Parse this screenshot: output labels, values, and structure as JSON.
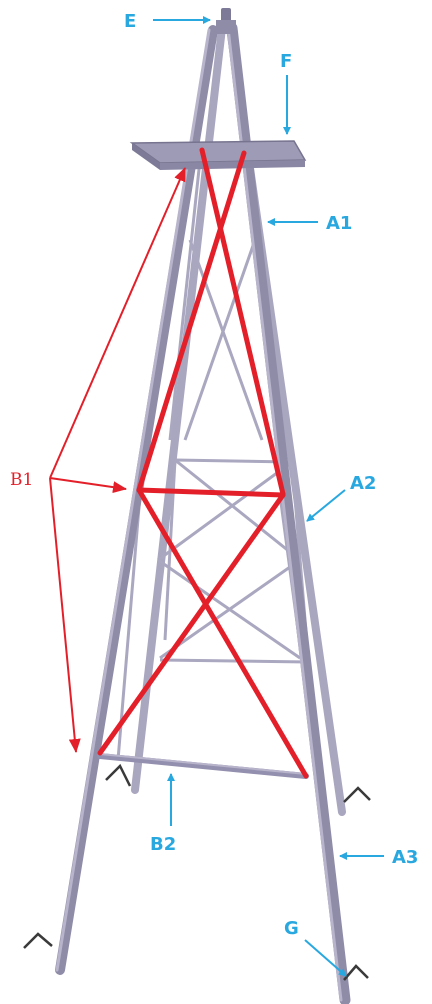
{
  "labels": {
    "E": "E",
    "F": "F",
    "A1": "A1",
    "A2": "A2",
    "A3": "A3",
    "B1": "B1",
    "B2": "B2",
    "G": "G"
  },
  "colors": {
    "callout_blue": "#29a8e0",
    "bracing_red": "#e3202a",
    "steel": "#8f8ca8",
    "steel_dark": "#6e6a8a",
    "steel_light": "#b4b1c8",
    "anchor": "#3a3a3a"
  }
}
